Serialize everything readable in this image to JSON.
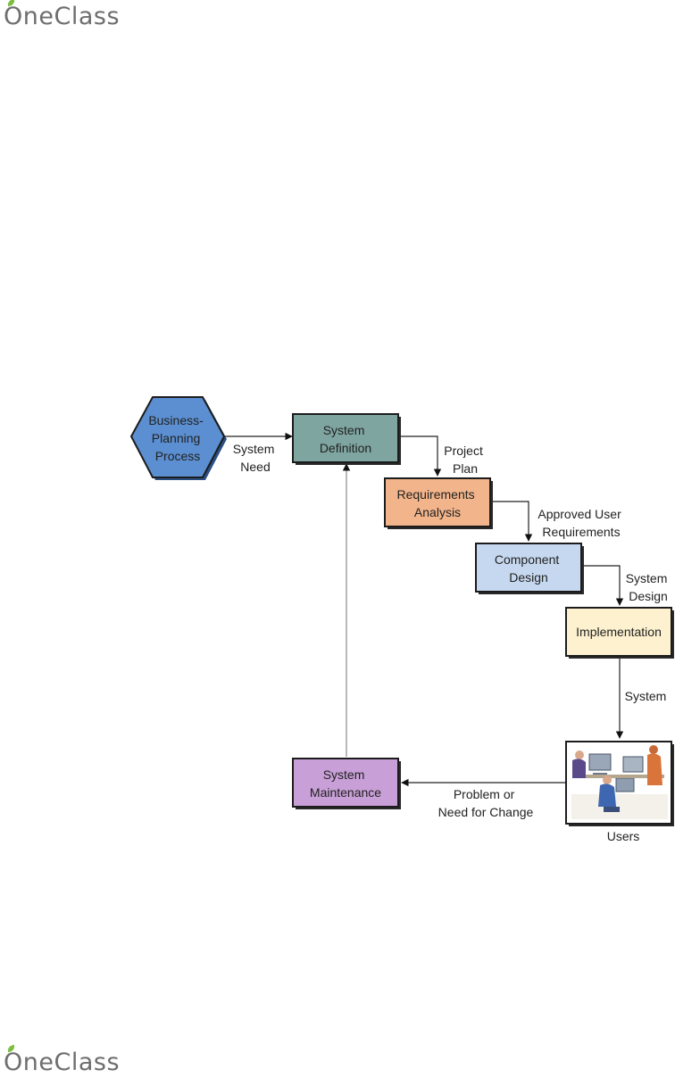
{
  "brand": {
    "top": "OneClass",
    "bottom": "OneClass"
  },
  "colors": {
    "hexagon": "#5b8fd1",
    "system_definition": "#7ea5a0",
    "requirements_analysis": "#f2b48a",
    "component_design": "#c6d8ef",
    "implementation": "#fdf1cf",
    "system_maintenance": "#c89fd6"
  },
  "nodes": {
    "business_planning": [
      "Business-",
      "Planning",
      "Process"
    ],
    "system_definition": [
      "System",
      "Definition"
    ],
    "requirements_analysis": [
      "Requirements",
      "Analysis"
    ],
    "component_design": [
      "Component",
      "Design"
    ],
    "implementation": [
      "Implementation"
    ],
    "system_maintenance": [
      "System",
      "Maintenance"
    ],
    "users": [
      "Users"
    ]
  },
  "edge_labels": {
    "system_need": [
      "System",
      "Need"
    ],
    "project_plan": [
      "Project",
      "Plan"
    ],
    "approved_user_requirements": [
      "Approved User",
      "Requirements"
    ],
    "system_design": [
      "System",
      "Design"
    ],
    "system": [
      "System"
    ],
    "problem_or_need": [
      "Problem or",
      "Need for Change"
    ]
  }
}
